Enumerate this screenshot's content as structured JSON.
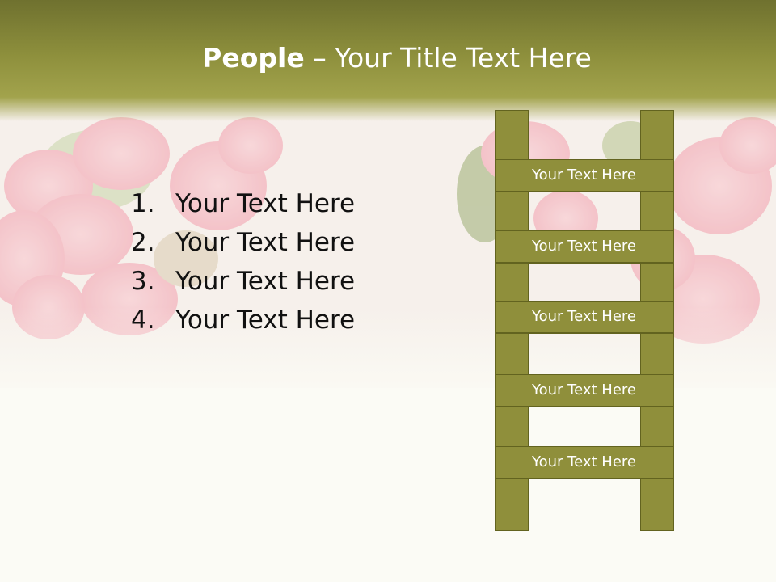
{
  "slide": {
    "title_bold": "People",
    "title_rest": " – Your Title Text Here",
    "list_items": [
      {
        "number": "1.",
        "text": "Your Text Here"
      },
      {
        "number": "2.",
        "text": "Your Text Here"
      },
      {
        "number": "3.",
        "text": "Your Text Here"
      },
      {
        "number": "4.",
        "text": "Your Text Here"
      }
    ],
    "ladder_rungs": [
      "Your Text Here",
      "Your Text Here",
      "Your Text Here",
      "Your Text Here",
      "Your Text Here"
    ]
  },
  "colors": {
    "title_bar": "#8d8f3c",
    "ladder_fill": "#8f8f3b",
    "ladder_border": "#62631f",
    "blossom_pink": "#f2a6b0"
  }
}
